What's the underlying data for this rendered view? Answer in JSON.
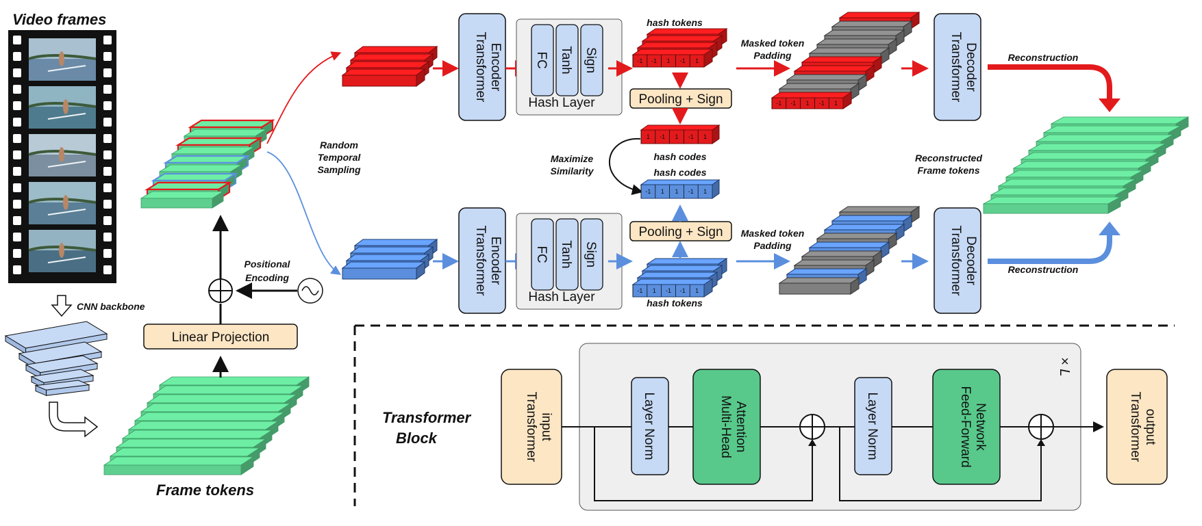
{
  "colors": {
    "red": "#e31a1c",
    "blue": "#5b8fde",
    "green": "#5fcf8f",
    "gray": "#808080",
    "box_blue": "#c6d9f5",
    "box_orange": "#fde6c4",
    "box_green": "#58c98b",
    "panel_gray": "#efefef"
  },
  "labels": {
    "video_frames": "Video frames",
    "cnn_backbone": "CNN backbone",
    "frame_tokens": "Frame tokens",
    "linear_projection": "Linear Projection",
    "positional_encoding": [
      "Positional",
      "Encoding"
    ],
    "random_sampling": [
      "Random",
      "Temporal",
      "Sampling"
    ],
    "transformer_encoder": [
      "Transformer",
      "Encoder"
    ],
    "transformer_decoder": [
      "Transformer",
      "Decoder"
    ],
    "hash_layer": "Hash Layer",
    "fc": "FC",
    "tanh": "Tanh",
    "sign": "Sign",
    "hash_tokens": "hash tokens",
    "hash_codes": "hash codes",
    "pooling_sign": "Pooling + Sign",
    "maximize_similarity": [
      "Maximize",
      "Similarity"
    ],
    "masked_padding": [
      "Masked token",
      "Padding"
    ],
    "reconstruction": "Reconstruction",
    "reconstructed_tokens": [
      "Reconstructed",
      "Frame tokens"
    ],
    "transformer_block": [
      "Transformer",
      "Block"
    ],
    "transformer_input": [
      "Transformer",
      "input"
    ],
    "transformer_output": [
      "Transformer",
      "output"
    ],
    "layer_norm": "Layer Norm",
    "mha": [
      "Multi-Head",
      "Attention"
    ],
    "ffn": [
      "Feed-Forward",
      "Network"
    ],
    "times_l": "× L",
    "token_values_red": [
      "-1",
      "-1",
      "1",
      "-1",
      "1"
    ],
    "token_values_blue": [
      "-1",
      "1",
      "-1",
      "-1",
      "1"
    ],
    "code_values_red": [
      "1",
      "-1",
      "1",
      "-1",
      "1"
    ],
    "code_values_blue": [
      "-1",
      "1",
      "1",
      "-1",
      "1"
    ]
  }
}
